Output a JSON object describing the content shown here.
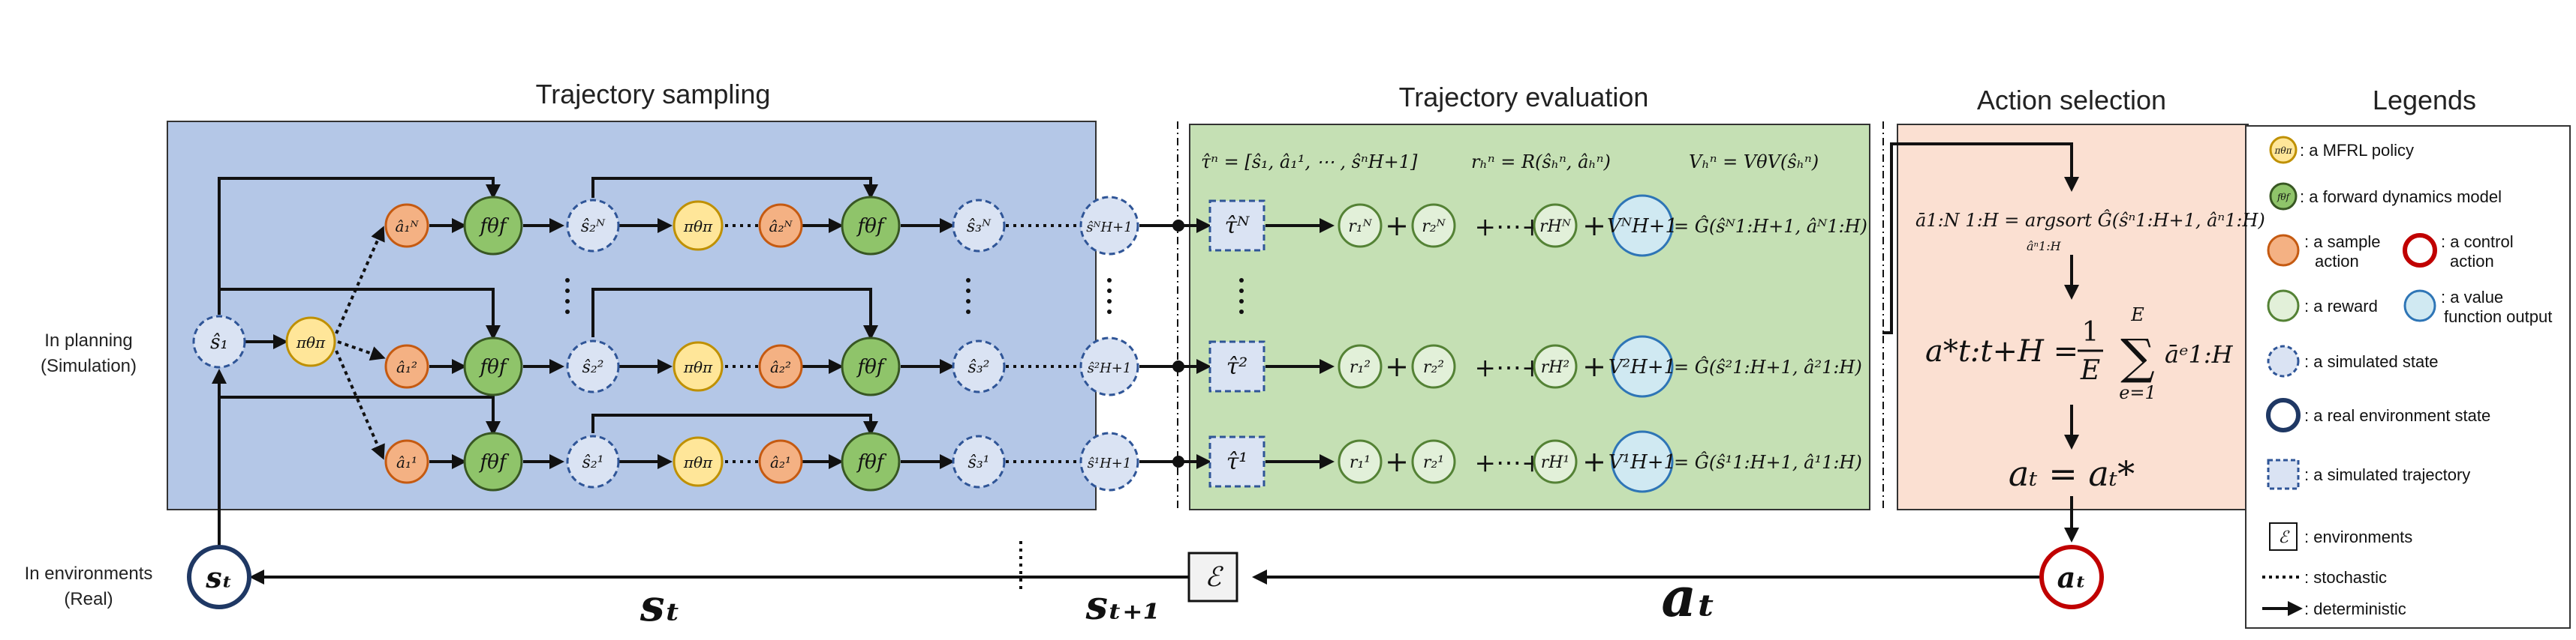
{
  "sections": {
    "trajectory_sampling": "Trajectory sampling",
    "trajectory_evaluation": "Trajectory evaluation",
    "action_selection": "Action selection",
    "legends": "Legends"
  },
  "side_labels": {
    "planning_line1": "In planning",
    "planning_line2": "(Simulation)",
    "env_line1": "In environments",
    "env_line2": "(Real)"
  },
  "sampling": {
    "s1": "ŝ₁",
    "policy": "πθπ",
    "model": "fθf",
    "rows": [
      {
        "a1": "â₁ᴺ",
        "s2": "ŝ₂ᴺ",
        "a2": "â₂ᴺ",
        "s3": "ŝ₃ᴺ",
        "sH": "ŝᴺH+1"
      },
      {
        "a1": "â₁²",
        "s2": "ŝ₂²",
        "a2": "â₂²",
        "s3": "ŝ₃²",
        "sH": "ŝ²H+1"
      },
      {
        "a1": "â₁¹",
        "s2": "ŝ₂¹",
        "a2": "â₂¹",
        "s3": "ŝ₃¹",
        "sH": "ŝ¹H+1"
      }
    ]
  },
  "evaluation": {
    "eq_tau": "τ̂ⁿ = [ŝ₁, â₁¹, ⋯ , ŝⁿH+1]",
    "eq_reward": "rₕⁿ = R(ŝₕⁿ, âₕⁿ)",
    "eq_value": "Vₕⁿ = VθV(ŝₕⁿ)",
    "rows": [
      {
        "tau": "τ̂ᴺ",
        "r1": "r₁ᴺ",
        "r2": "r₂ᴺ",
        "rH": "rHᴺ",
        "V": "VᴺH+1",
        "G": "= Ĝ(ŝᴺ1:H+1, âᴺ1:H)"
      },
      {
        "tau": "τ̂²",
        "r1": "r₁²",
        "r2": "r₂²",
        "rH": "rH²",
        "V": "V²H+1",
        "G": "= Ĝ(ŝ²1:H+1, â²1:H)"
      },
      {
        "tau": "τ̂¹",
        "r1": "r₁¹",
        "r2": "r₂¹",
        "rH": "rH¹",
        "V": "V¹H+1",
        "G": "= Ĝ(ŝ¹1:H+1, â¹1:H)"
      }
    ]
  },
  "selection": {
    "argsort": "ā1:N 1:H = argsort Ĝ(ŝⁿ1:H+1, âⁿ1:H)",
    "argsort_sub": "âⁿ1:H",
    "mean_lhs": "a*t:t+H =",
    "mean_frac_num": "1",
    "mean_frac_den": "E",
    "mean_sum_top": "E",
    "mean_sum_sym": "∑",
    "mean_sum_bottom": "e=1",
    "mean_term": "āᵉ1:H",
    "final": "aₜ = aₜ*"
  },
  "bottom": {
    "st_node": "sₜ",
    "at_node": "aₜ",
    "env_box": "ℰ",
    "st_arrow_label": "sₜ",
    "st1_label": "sₜ₊₁",
    "at_arrow_label": "aₜ"
  },
  "legend_items": [
    {
      "sym": "πθπ",
      "text": ": a MFRL policy"
    },
    {
      "sym": "fθf",
      "text": ": a forward dynamics model"
    },
    {
      "sym": "",
      "text": ": a sample"
    },
    {
      "sym": "",
      "text": "action"
    },
    {
      "sym": "",
      "text": ": a control"
    },
    {
      "sym": "",
      "text": "action"
    },
    {
      "sym": "",
      "text": ": a reward"
    },
    {
      "sym": "",
      "text": ": a value"
    },
    {
      "sym": "",
      "text": "function output"
    },
    {
      "sym": "",
      "text": ": a simulated state"
    },
    {
      "sym": "",
      "text": ": a real environment state"
    },
    {
      "sym": "",
      "text": ": a simulated trajectory"
    },
    {
      "sym": "ℰ",
      "text": ": environments"
    },
    {
      "sym": "",
      "text": ": stochastic"
    },
    {
      "sym": "",
      "text": ": deterministic"
    }
  ],
  "colors": {
    "sampling_bg": "#b4c7e7",
    "evaluation_bg": "#c5e0b4",
    "selection_bg": "#fbe0d2",
    "policy_fill": "#ffe699",
    "policy_stroke": "#bf9000",
    "model_fill": "#8fc46a",
    "model_stroke": "#385723",
    "action_fill": "#f4b183",
    "action_stroke": "#c55a11",
    "reward_fill": "#e2f0d9",
    "reward_stroke": "#548235",
    "value_fill": "#d0e9f2",
    "value_stroke": "#2e75b6",
    "simstate_fill": "#dae3f3",
    "simstate_stroke": "#2f5597",
    "realstate_stroke": "#1f3864",
    "control_stroke": "#c00000"
  }
}
